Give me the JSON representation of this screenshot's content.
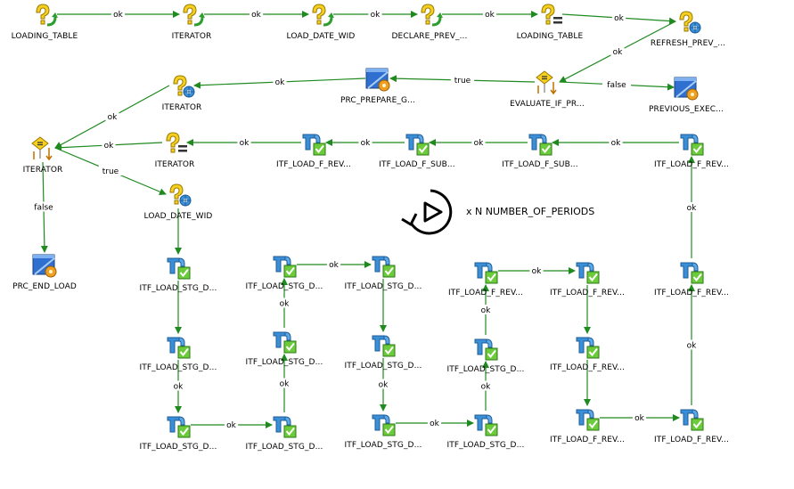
{
  "colors": {
    "edge": "#1f8a1f",
    "edge_label": "#000000"
  },
  "loop": {
    "label": "x N NUMBER_OF_PERIODS",
    "icon": "loop-play-icon"
  },
  "nodes": [
    {
      "id": "n1",
      "label": "LOADING_TABLE",
      "icon": "variable-refresh-icon",
      "interactable": true
    },
    {
      "id": "n2",
      "label": "ITERATOR",
      "icon": "variable-refresh-icon",
      "interactable": true
    },
    {
      "id": "n3",
      "label": "LOAD_DATE_WID",
      "icon": "variable-refresh-icon",
      "interactable": true
    },
    {
      "id": "n4",
      "label": "DECLARE_PREV_...",
      "icon": "variable-refresh-icon",
      "interactable": true
    },
    {
      "id": "n5",
      "label": "LOADING_TABLE",
      "icon": "variable-set-icon",
      "interactable": true
    },
    {
      "id": "n6",
      "label": "REFRESH_PREV_...",
      "icon": "variable-gear-icon",
      "interactable": true
    },
    {
      "id": "n7",
      "label": "EVALUATE_IF_PR...",
      "icon": "variable-evaluate-icon",
      "interactable": true
    },
    {
      "id": "n8",
      "label": "PRC_PREPARE_G...",
      "icon": "procedure-icon",
      "interactable": true
    },
    {
      "id": "n9",
      "label": "PREVIOUS_EXEC...",
      "icon": "procedure-icon",
      "interactable": true
    },
    {
      "id": "n10",
      "label": "ITERATOR",
      "icon": "variable-gear-icon",
      "interactable": true
    },
    {
      "id": "n11",
      "label": "ITERATOR",
      "icon": "variable-evaluate-icon",
      "interactable": true
    },
    {
      "id": "n12",
      "label": "ITERATOR",
      "icon": "variable-set-icon",
      "interactable": true
    },
    {
      "id": "n13",
      "label": "ITF_LOAD_F_REV...",
      "icon": "interface-icon",
      "interactable": true
    },
    {
      "id": "n14",
      "label": "ITF_LOAD_F_SUB...",
      "icon": "interface-icon",
      "interactable": true
    },
    {
      "id": "n15",
      "label": "ITF_LOAD_F_SUB...",
      "icon": "interface-icon",
      "interactable": true
    },
    {
      "id": "n16",
      "label": "ITF_LOAD_F_REV...",
      "icon": "interface-icon",
      "interactable": true
    },
    {
      "id": "n17",
      "label": "LOAD_DATE_WID",
      "icon": "variable-gear-icon",
      "interactable": true
    },
    {
      "id": "n18",
      "label": "PRC_END_LOAD",
      "icon": "procedure-icon",
      "interactable": true
    },
    {
      "id": "a1",
      "label": "ITF_LOAD_STG_D...",
      "icon": "interface-icon",
      "interactable": true
    },
    {
      "id": "a2",
      "label": "ITF_LOAD_STG_D...",
      "icon": "interface-icon",
      "interactable": true
    },
    {
      "id": "a3",
      "label": "ITF_LOAD_STG_D...",
      "icon": "interface-icon",
      "interactable": true
    },
    {
      "id": "b1",
      "label": "ITF_LOAD_STG_D...",
      "icon": "interface-icon",
      "interactable": true
    },
    {
      "id": "b2",
      "label": "ITF_LOAD_STG_D...",
      "icon": "interface-icon",
      "interactable": true
    },
    {
      "id": "b3",
      "label": "ITF_LOAD_STG_D...",
      "icon": "interface-icon",
      "interactable": true
    },
    {
      "id": "c1",
      "label": "ITF_LOAD_STG_D...",
      "icon": "interface-icon",
      "interactable": true
    },
    {
      "id": "c2",
      "label": "ITF_LOAD_STG_D...",
      "icon": "interface-icon",
      "interactable": true
    },
    {
      "id": "c3",
      "label": "ITF_LOAD_STG_D...",
      "icon": "interface-icon",
      "interactable": true
    },
    {
      "id": "d1",
      "label": "ITF_LOAD_F_REV...",
      "icon": "interface-icon",
      "interactable": true
    },
    {
      "id": "d2",
      "label": "ITF_LOAD_STG_D...",
      "icon": "interface-icon",
      "interactable": true
    },
    {
      "id": "d3",
      "label": "ITF_LOAD_STG_D...",
      "icon": "interface-icon",
      "interactable": true
    },
    {
      "id": "e1",
      "label": "ITF_LOAD_F_REV...",
      "icon": "interface-icon",
      "interactable": true
    },
    {
      "id": "e2",
      "label": "ITF_LOAD_F_REV...",
      "icon": "interface-icon",
      "interactable": true
    },
    {
      "id": "e3",
      "label": "ITF_LOAD_F_REV...",
      "icon": "interface-icon",
      "interactable": true
    },
    {
      "id": "f1",
      "label": "ITF_LOAD_F_REV...",
      "icon": "interface-icon",
      "interactable": true
    },
    {
      "id": "f3",
      "label": "ITF_LOAD_F_REV...",
      "icon": "interface-icon",
      "interactable": true
    }
  ],
  "edges": [
    {
      "from": "n1",
      "to": "n2",
      "label": "ok"
    },
    {
      "from": "n2",
      "to": "n3",
      "label": "ok"
    },
    {
      "from": "n3",
      "to": "n4",
      "label": "ok"
    },
    {
      "from": "n4",
      "to": "n5",
      "label": "ok"
    },
    {
      "from": "n5",
      "to": "n6",
      "label": "ok"
    },
    {
      "from": "n6",
      "to": "n7",
      "label": "ok"
    },
    {
      "from": "n7",
      "to": "n8",
      "label": "true"
    },
    {
      "from": "n7",
      "to": "n9",
      "label": "false"
    },
    {
      "from": "n8",
      "to": "n10",
      "label": "ok"
    },
    {
      "from": "n10",
      "to": "n11",
      "label": "ok"
    },
    {
      "from": "n11",
      "to": "n17",
      "label": "true"
    },
    {
      "from": "n11",
      "to": "n18",
      "label": "false"
    },
    {
      "from": "n17",
      "to": "a1",
      "label": ""
    },
    {
      "from": "a1",
      "to": "a2",
      "label": ""
    },
    {
      "from": "a2",
      "to": "a3",
      "label": "ok"
    },
    {
      "from": "a3",
      "to": "b3",
      "label": "ok"
    },
    {
      "from": "b3",
      "to": "b2",
      "label": "ok"
    },
    {
      "from": "b2",
      "to": "b1",
      "label": "ok"
    },
    {
      "from": "b1",
      "to": "c1",
      "label": "ok"
    },
    {
      "from": "c1",
      "to": "c2",
      "label": ""
    },
    {
      "from": "c2",
      "to": "c3",
      "label": "ok"
    },
    {
      "from": "c3",
      "to": "d3",
      "label": "ok"
    },
    {
      "from": "d3",
      "to": "d2",
      "label": "ok"
    },
    {
      "from": "d2",
      "to": "d1",
      "label": "ok"
    },
    {
      "from": "d1",
      "to": "e1",
      "label": "ok"
    },
    {
      "from": "e1",
      "to": "e2",
      "label": ""
    },
    {
      "from": "e2",
      "to": "e3",
      "label": ""
    },
    {
      "from": "e3",
      "to": "f3",
      "label": "ok"
    },
    {
      "from": "f3",
      "to": "f1",
      "label": "ok"
    },
    {
      "from": "f1",
      "to": "n16",
      "label": "ok"
    },
    {
      "from": "n16",
      "to": "n15",
      "label": "ok"
    },
    {
      "from": "n15",
      "to": "n14",
      "label": "ok"
    },
    {
      "from": "n14",
      "to": "n13",
      "label": "ok"
    },
    {
      "from": "n13",
      "to": "n12",
      "label": "ok"
    },
    {
      "from": "n12",
      "to": "n11",
      "label": "ok"
    }
  ]
}
